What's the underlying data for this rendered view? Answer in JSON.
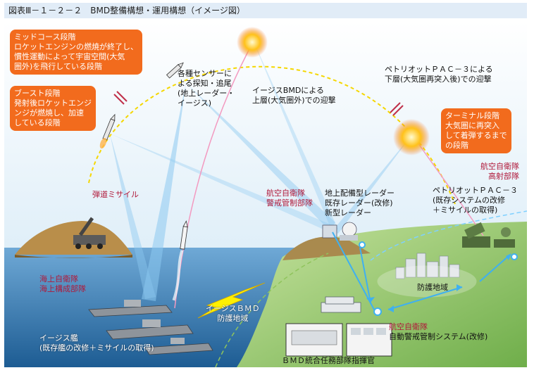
{
  "figure": {
    "title": "図表Ⅲ－１－２－２　BMD整備構想・運用構想（イメージ図）"
  },
  "callouts": {
    "midcourse": "ミッドコース段階\nロケットエンジンの燃焼が終了し、\n慣性運動によって宇宙空間(大気\n圏外)を飛行している段階",
    "boost": "ブースト段階\n発射後ロケットエンジ\nンジが燃焼し、加速\nしている段階",
    "terminal": "ターミナル段階\n大気圏に再突入\nして着弾するまで\nの段階"
  },
  "labels": {
    "sensors": "各種センサーに\nよる探知・追尾\n(地上レーダー・\nイージス)",
    "aegis_bmd": "イージスBMDによる\n上層(大気圏外)での迎撃",
    "pac3_intercept": "ペトリオットＰＡＣ－３による\n下層(大気圏再突入後)での迎撃",
    "ballistic_missile": "弾道ミサイル",
    "jasdf_warning_unit": "航空自衛隊\n警戒管制部隊",
    "ground_radar": "地上配備型レーダー\n既存レーダー(改修)\n新型レーダー",
    "jasdf_air_defense": "航空自衛隊\n高射部隊",
    "pac3_system": "ペトリオットＰＡＣ－３\n(既存システムの改修\n＋ミサイルの取得)",
    "jmsdf": "海上自衛隊\n海上構成部隊",
    "aegis_bmd_zone": "イージスＢＭＤ\n防護地域",
    "defense_area": "防護地域",
    "aegis_ship": "イージス艦\n(既存艦の改修＋ミサイルの取得)",
    "jasdf_control": "航空自衛隊",
    "jadge": "自動警戒管制システム(改修)",
    "bmd_commander": "ＢＭＤ統合任務部隊指揮官"
  },
  "colors": {
    "callout": "#f26b1d",
    "unit_label": "#b0193a",
    "sky": "#cfe6f5",
    "sea": "#2a6fa6",
    "land": "#9ccc6e"
  }
}
